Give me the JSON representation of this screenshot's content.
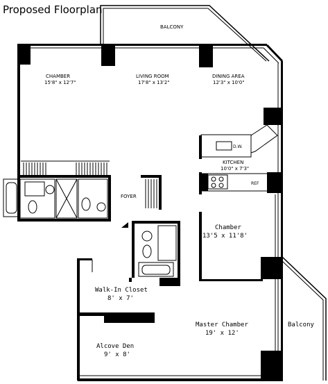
{
  "title": "Proposed Floorplan",
  "rooms": {
    "balcony_top": "BALCONY",
    "chamber1_name": "CHAMBER",
    "chamber1_dim": "15'8\" x 12'7\"",
    "living_name": "LIVING ROOM",
    "living_dim": "17'8\" x 13'2\"",
    "dining_name": "DINING AREA",
    "dining_dim": "12'3\" x 10'0\"",
    "dw": "D.W.",
    "kitchen_name": "KITCHEN",
    "kitchen_dim": "10'0\" x 7'3\"",
    "ref": "REF",
    "foyer": "FOYER",
    "chamber2_name": "Chamber",
    "chamber2_dim": "13'5 x 11'8'",
    "walkin_name": "Walk-In Closet",
    "walkin_dim": "8' x 7'",
    "master_name": "Master Chamber",
    "master_dim": "19' x 12'",
    "balcony_side": "Balcony",
    "alcove_name": "Alcove Den",
    "alcove_dim": "9' x 8'"
  }
}
